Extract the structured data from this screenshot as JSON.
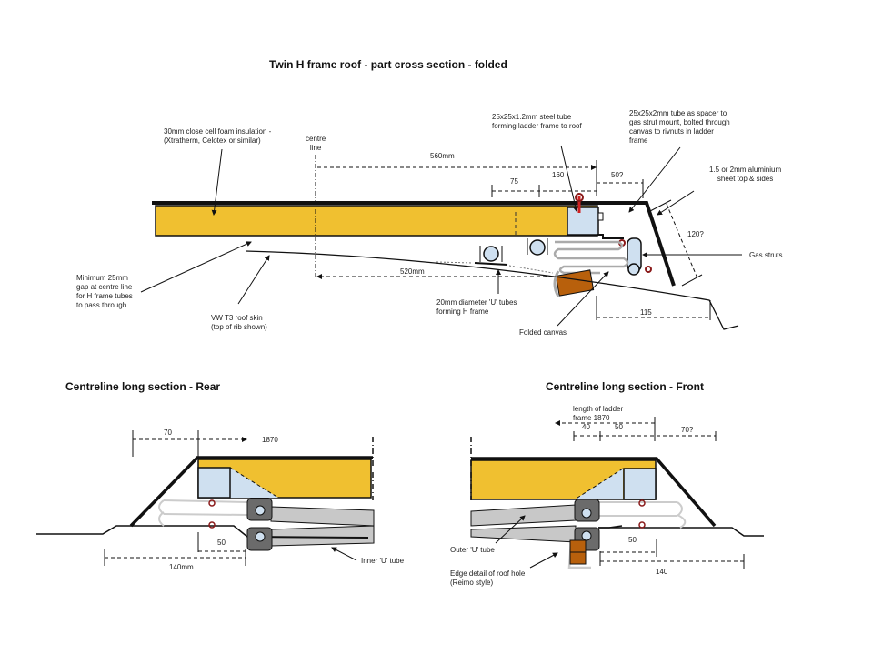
{
  "titles": {
    "main": "Twin H frame roof - part cross section - folded",
    "rear": "Centreline long section - Rear",
    "front": "Centreline long section - Front"
  },
  "colors": {
    "foam": "#f0c030",
    "tube": "#cfe0f0",
    "canvas": "#b8600c",
    "bracket": "#6b6b6b",
    "utube": "#c8c8c8",
    "line": "#111111"
  },
  "cross_section": {
    "foam_note_1": "30mm close cell foam insulation -",
    "foam_note_2": "(Xtratherm, Celotex or similar)",
    "centre_1": "centre",
    "centre_2": "line",
    "steel_tube_1": "25x25x1.2mm steel tube",
    "steel_tube_2": "forming ladder frame to roof",
    "spacer_1": "25x25x2mm tube as spacer to",
    "spacer_2": "gas strut mount, bolted through",
    "spacer_3": "canvas to rivnuts in ladder",
    "spacer_4": "frame",
    "alu_1": "1.5 or 2mm aluminium",
    "alu_2": "sheet top & sides",
    "gas_struts": "Gas struts",
    "gap_1": "Minimum 25mm",
    "gap_2": "gap at centre line",
    "gap_3": "for H frame tubes",
    "gap_4": "to pass through",
    "skin_1": "VW T3 roof skin",
    "skin_2": "(top of rib shown)",
    "utubes_1": "20mm diameter 'U' tubes",
    "utubes_2": "forming H frame",
    "folded_canvas": "Folded canvas",
    "dim_560": "560mm",
    "dim_520": "520mm",
    "dim_75": "75",
    "dim_160": "160",
    "dim_50q": "50?",
    "dim_120q": "120?",
    "dim_115": "115"
  },
  "rear": {
    "dim_70": "70",
    "dim_1870": "1870",
    "dim_50": "50",
    "dim_140": "140mm",
    "inner_tube": "Inner 'U' tube"
  },
  "front": {
    "ladder_1": "length of ladder",
    "ladder_2": "frame 1870",
    "dim_40": "40",
    "dim_50": "50",
    "dim_70q": "70?",
    "dim_50b": "50",
    "dim_140": "140",
    "outer_tube": "Outer 'U' tube",
    "edge_1": "Edge detail of roof hole",
    "edge_2": "(Reimo style)"
  }
}
